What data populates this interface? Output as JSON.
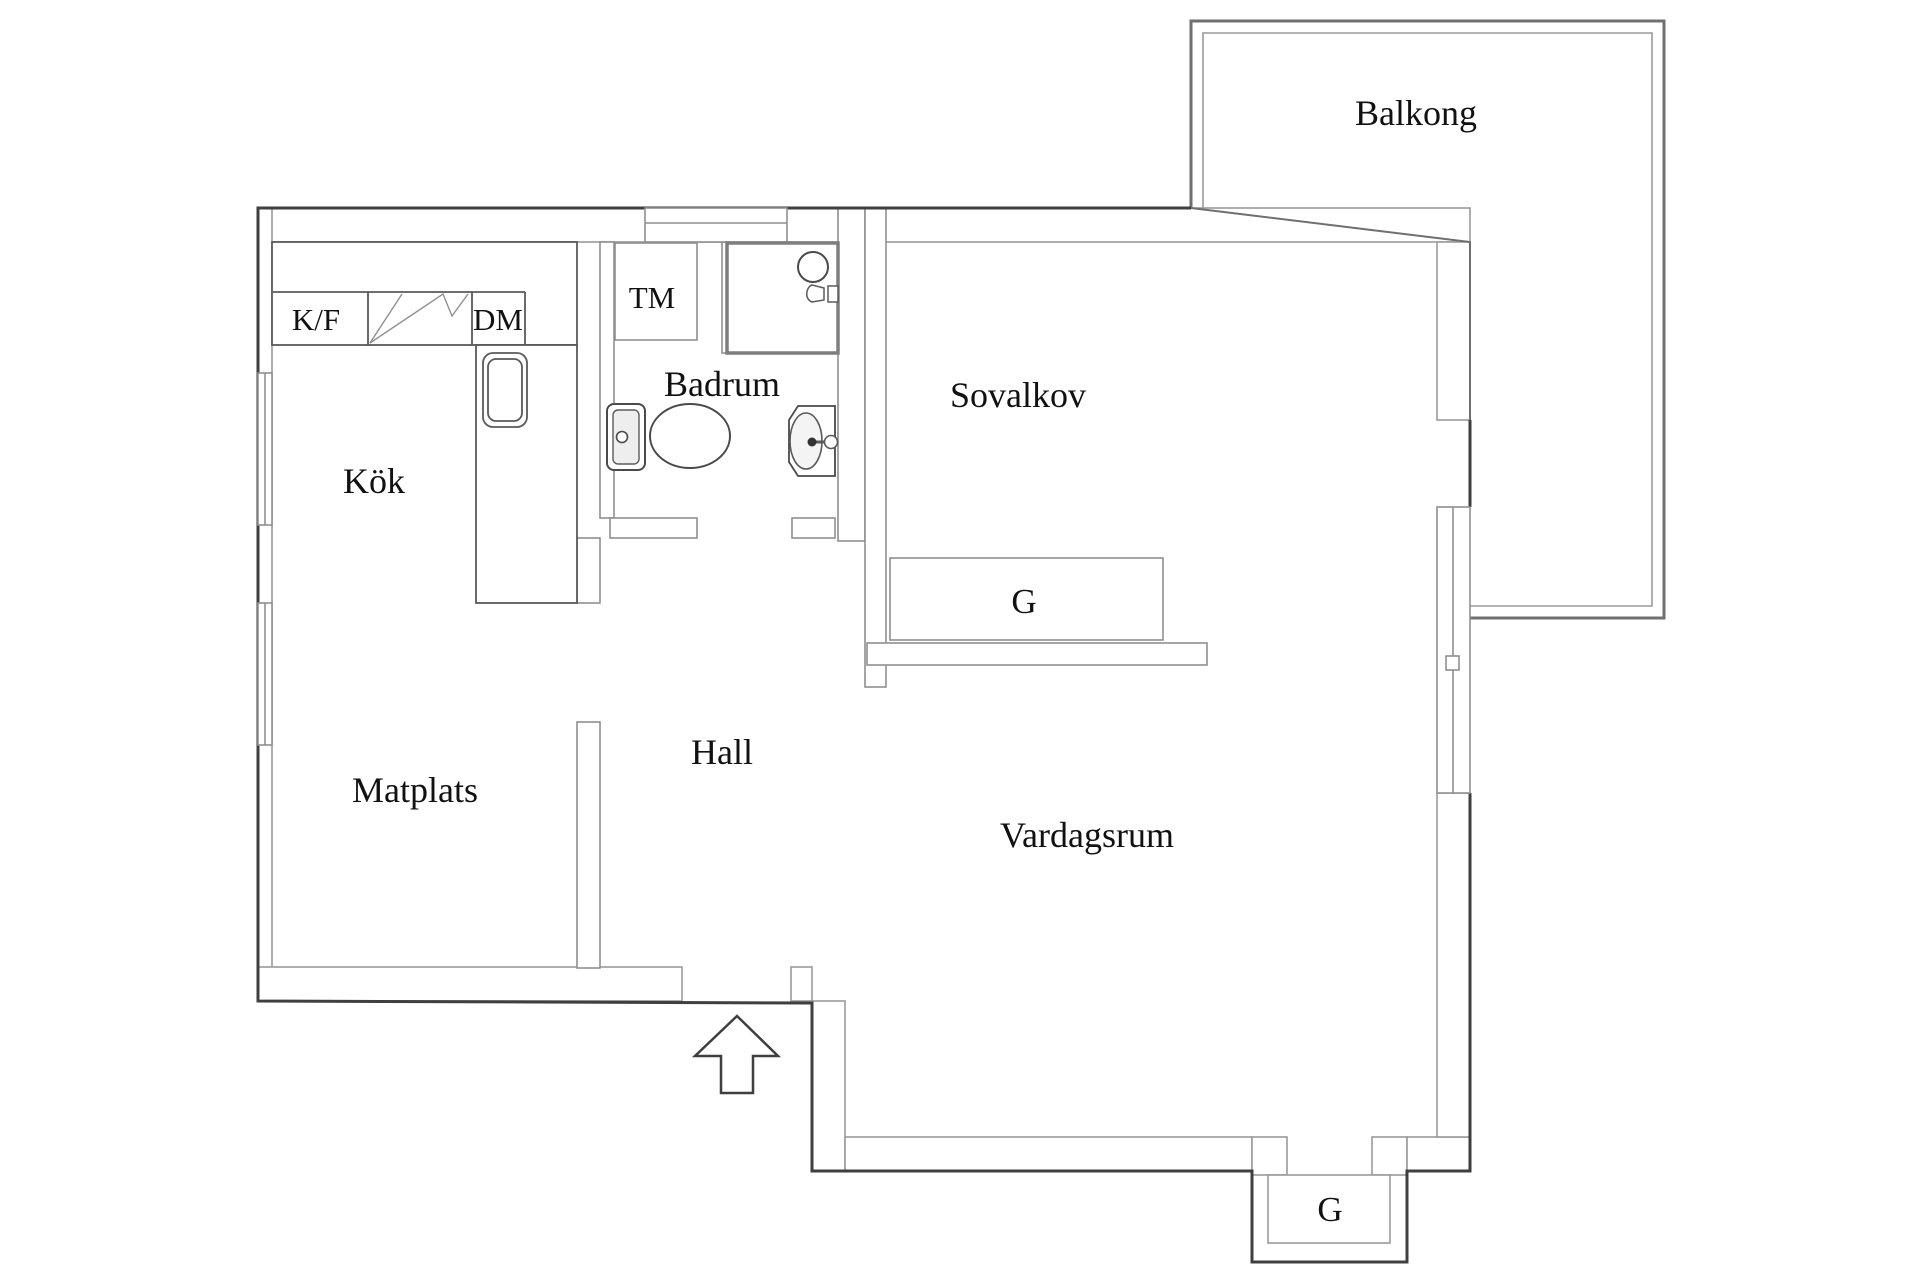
{
  "floor_plan": {
    "rooms": {
      "balkong": {
        "label": "Balkong"
      },
      "sovalkov": {
        "label": "Sovalkov"
      },
      "kok": {
        "label": "Kök"
      },
      "badrum": {
        "label": "Badrum"
      },
      "hall": {
        "label": "Hall"
      },
      "matplats": {
        "label": "Matplats"
      },
      "vardagsrum": {
        "label": "Vardagsrum"
      }
    },
    "fixtures": {
      "fridge_freezer": {
        "label": "K/F"
      },
      "dishwasher": {
        "label": "DM"
      },
      "washing_machine": {
        "label": "TM"
      },
      "wardrobe_sovalkov": {
        "label": "G"
      },
      "wardrobe_entry": {
        "label": "G"
      }
    },
    "colors": {
      "background": "#ffffff",
      "wall_outer": "#3f3f3f",
      "wall_inner": "#9a9a9a",
      "wall_mid": "#6f6f6f",
      "fixture_line": "#5a5a5a",
      "shower_border": "#7e7e7e",
      "text": "#111111"
    }
  }
}
